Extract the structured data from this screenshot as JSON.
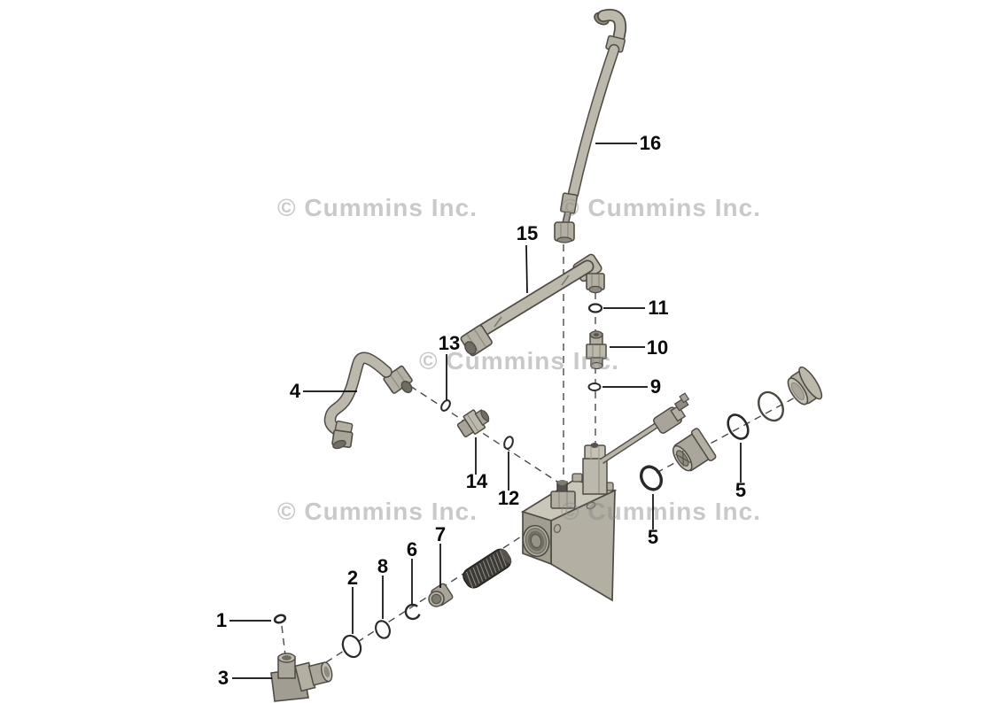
{
  "watermark": {
    "text": "© Cummins Inc.",
    "color": "#c9c9c9"
  },
  "figure": {
    "type": "exploded-parts-diagram"
  },
  "callouts": [
    {
      "label": "16",
      "part_name": "upper-tube-assembly"
    },
    {
      "label": "15",
      "part_name": "middle-tube-assembly"
    },
    {
      "label": "11",
      "part_name": "small-sealing-washer"
    },
    {
      "label": "10",
      "part_name": "connector-fitting"
    },
    {
      "label": "9",
      "part_name": "small-sealing-washer"
    },
    {
      "label": "13",
      "part_name": "small-o-ring"
    },
    {
      "label": "4",
      "part_name": "bent-hose-assembly"
    },
    {
      "label": "14",
      "part_name": "connector-fitting"
    },
    {
      "label": "12",
      "part_name": "o-ring"
    },
    {
      "label": "5",
      "part_name": "o-ring"
    },
    {
      "label": "5",
      "part_name": "o-ring"
    },
    {
      "label": "7",
      "part_name": "plug"
    },
    {
      "label": "6",
      "part_name": "retaining-ring"
    },
    {
      "label": "8",
      "part_name": "o-ring"
    },
    {
      "label": "2",
      "part_name": "o-ring"
    },
    {
      "label": "1",
      "part_name": "small-o-ring"
    },
    {
      "label": "3",
      "part_name": "elbow-fitting"
    }
  ],
  "colors": {
    "metal_light": "#c9c5b8",
    "metal_mid": "#b3afa2",
    "metal_dark": "#98948a",
    "outline": "#4f4c45",
    "ring_dark": "#2a2925",
    "label": "#0a0a0a"
  }
}
